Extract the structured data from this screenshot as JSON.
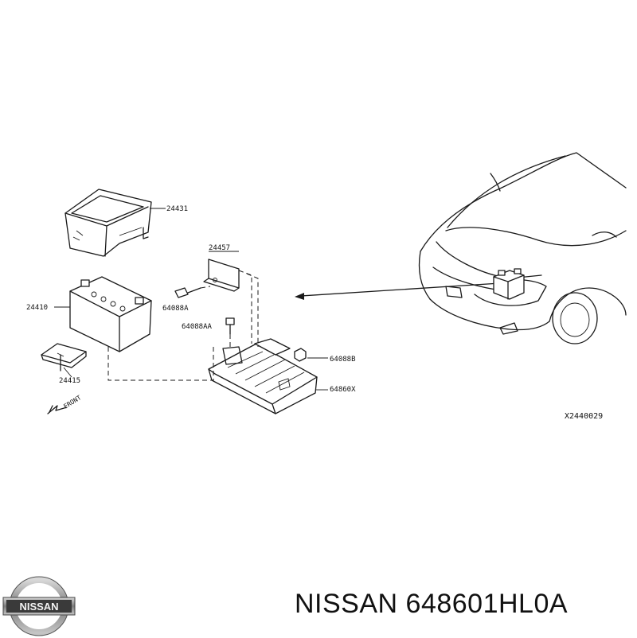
{
  "parts": {
    "p24431": "24431",
    "p24457": "24457",
    "p24410": "24410",
    "p64088A": "64088A",
    "p64088AA": "64088AA",
    "p24415": "24415",
    "p64088B": "64088B",
    "p64860X": "64860X"
  },
  "front_marker": "FRONT",
  "diagram_ref": "X2440029",
  "brand": {
    "logo_text": "NISSAN",
    "caption": "NISSAN 648601HL0A"
  }
}
